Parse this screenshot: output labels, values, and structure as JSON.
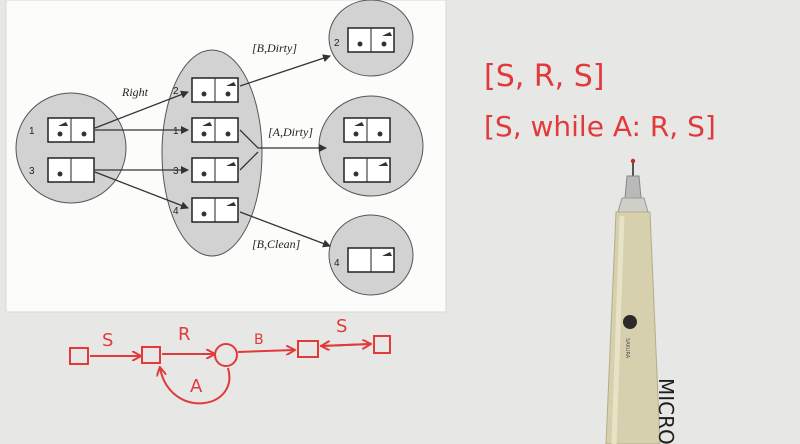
{
  "paper_diagram": {
    "action_label": "Right",
    "percepts": [
      "[B,Dirty]",
      "[A,Dirty]",
      "[B,Clean]"
    ],
    "source_state_numbers": [
      "1",
      "3"
    ],
    "middle_state_numbers": [
      "2",
      "1",
      "3",
      "4"
    ],
    "outcome_state_numbers": [
      "2",
      "4"
    ]
  },
  "handwritten_notes": {
    "plan_line_1": "[S, R, S]",
    "plan_line_2": "[S, while A: R, S]"
  },
  "hand_drawn_graph": {
    "label_s_first": "S",
    "label_r": "R",
    "label_b": "B",
    "label_s_second": "S",
    "label_a": "A"
  },
  "pen": {
    "brand_text": "MICRON",
    "maker_text": "SAKURA"
  },
  "colors": {
    "ink_red": "#e23a3a",
    "paper_white": "#fcfcfa",
    "state_gray": "#d2d2d2",
    "pen_body": "#d6d0ae",
    "pen_tip_red": "#c42b2b",
    "background": "#e6e6e4"
  }
}
